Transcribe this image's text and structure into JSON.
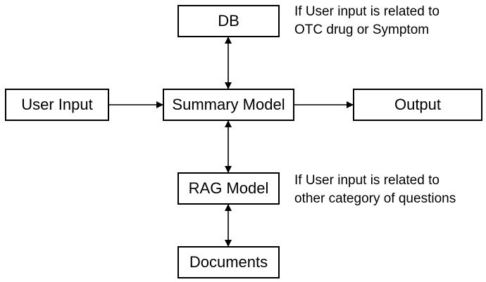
{
  "nodes": {
    "db": "DB",
    "user_input": "User Input",
    "summary_model": "Summary Model",
    "output": "Output",
    "rag_model": "RAG Model",
    "documents": "Documents"
  },
  "notes": {
    "db": {
      "line1": "If User input is related to",
      "line2": "OTC drug or Symptom"
    },
    "rag": {
      "line1": "If User input is related to",
      "line2": "other category of questions"
    }
  },
  "edges": [
    {
      "from": "user_input",
      "to": "summary_model",
      "direction": "forward"
    },
    {
      "from": "summary_model",
      "to": "output",
      "direction": "forward"
    },
    {
      "from": "summary_model",
      "to": "db",
      "direction": "both"
    },
    {
      "from": "summary_model",
      "to": "rag_model",
      "direction": "both"
    },
    {
      "from": "rag_model",
      "to": "documents",
      "direction": "both"
    }
  ]
}
